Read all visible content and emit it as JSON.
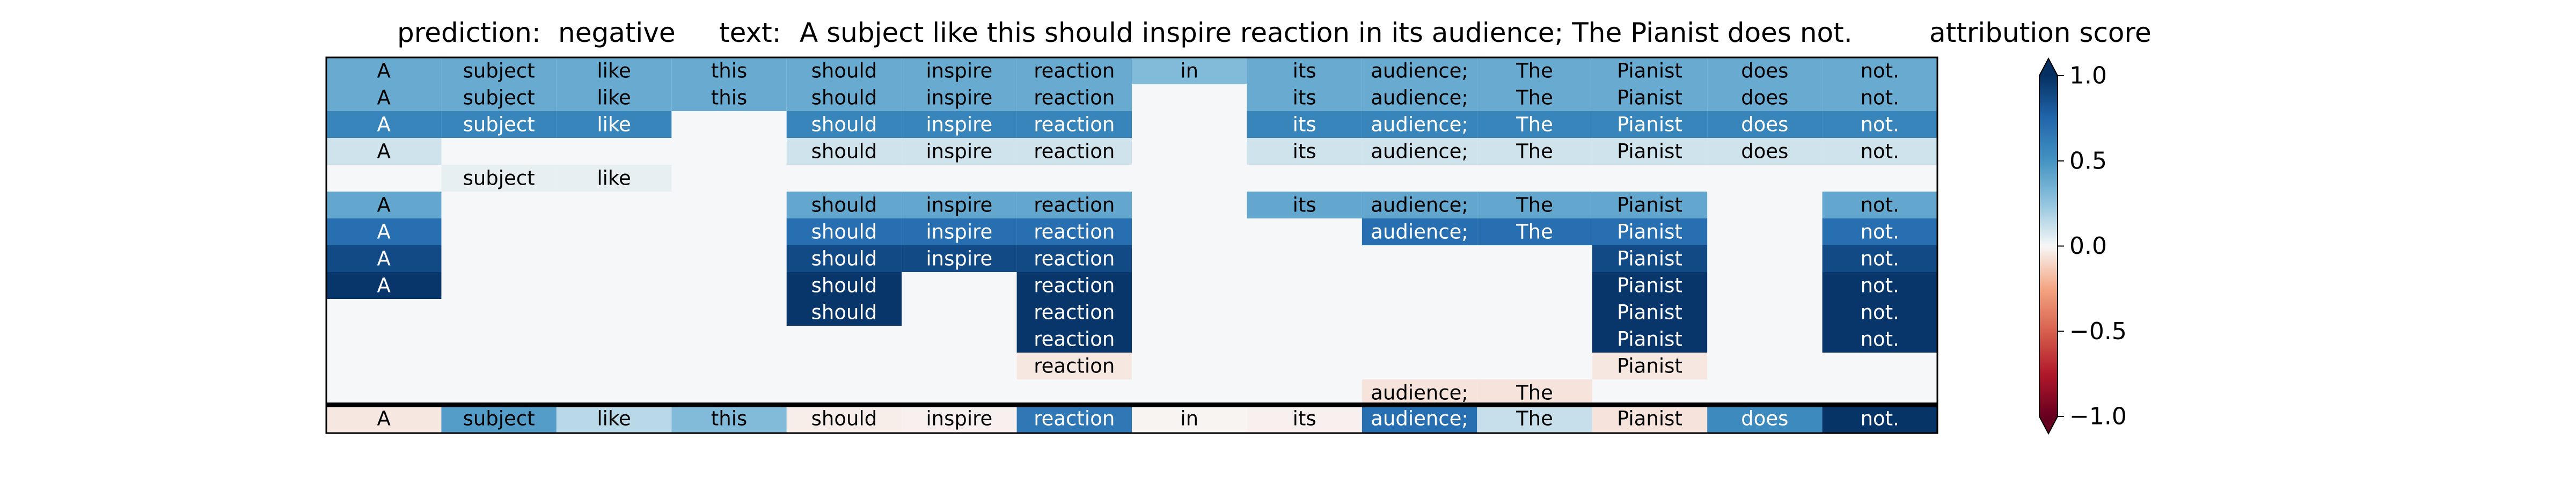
{
  "header": {
    "prediction_label": "prediction:",
    "prediction_value": "negative",
    "text_label": "text:",
    "text_value": "A subject like this should inspire reaction in its audience; The Pianist does not.",
    "colorbar_title": "attribution score"
  },
  "chart_data": {
    "type": "heatmap",
    "tokens": [
      "A",
      "subject",
      "like",
      "this",
      "should",
      "inspire",
      "reaction",
      "in",
      "its",
      "audience;",
      "The",
      "Pianist",
      "does",
      "not."
    ],
    "rows": [
      [
        0.38,
        0.38,
        0.38,
        0.38,
        0.38,
        0.38,
        0.38,
        0.3,
        0.38,
        0.38,
        0.38,
        0.38,
        0.38,
        0.38
      ],
      [
        0.38,
        0.38,
        0.38,
        0.38,
        0.38,
        0.38,
        0.38,
        null,
        0.38,
        0.38,
        0.38,
        0.38,
        0.38,
        0.38
      ],
      [
        0.58,
        0.58,
        0.58,
        null,
        0.58,
        0.58,
        0.58,
        null,
        0.58,
        0.58,
        0.58,
        0.58,
        0.58,
        0.58
      ],
      [
        0.1,
        null,
        null,
        null,
        0.1,
        0.1,
        0.1,
        null,
        0.1,
        0.1,
        0.1,
        0.1,
        0.1,
        0.1
      ],
      [
        null,
        0.04,
        0.04,
        null,
        null,
        null,
        null,
        null,
        null,
        null,
        null,
        null,
        null,
        null
      ],
      [
        0.4,
        null,
        null,
        null,
        0.4,
        0.4,
        0.4,
        null,
        0.4,
        0.4,
        0.4,
        0.4,
        null,
        0.4
      ],
      [
        0.7,
        null,
        null,
        null,
        0.7,
        0.7,
        0.7,
        null,
        null,
        0.7,
        0.7,
        0.7,
        null,
        0.7
      ],
      [
        0.88,
        null,
        null,
        null,
        0.88,
        0.88,
        0.88,
        null,
        null,
        null,
        null,
        0.88,
        null,
        0.88
      ],
      [
        0.97,
        null,
        null,
        null,
        0.97,
        null,
        0.97,
        null,
        null,
        null,
        null,
        0.97,
        null,
        0.97
      ],
      [
        null,
        null,
        null,
        null,
        0.97,
        null,
        0.97,
        null,
        null,
        null,
        null,
        0.97,
        null,
        0.97
      ],
      [
        null,
        null,
        null,
        null,
        null,
        null,
        0.97,
        null,
        null,
        null,
        null,
        0.97,
        null,
        0.97
      ],
      [
        null,
        null,
        null,
        null,
        null,
        null,
        -0.05,
        null,
        null,
        null,
        null,
        -0.05,
        null,
        null
      ],
      [
        null,
        null,
        null,
        null,
        null,
        null,
        null,
        null,
        null,
        -0.06,
        -0.06,
        null,
        null,
        null
      ]
    ],
    "total_row": [
      -0.05,
      0.45,
      0.15,
      0.3,
      -0.03,
      -0.02,
      0.65,
      -0.01,
      -0.02,
      0.7,
      0.12,
      -0.06,
      0.55,
      0.98
    ],
    "colorbar": {
      "label": "attribution score",
      "vmin": -1.0,
      "vmax": 1.0,
      "ticks": [
        1.0,
        0.5,
        0.0,
        -0.5,
        -1.0
      ],
      "tick_labels": [
        "1.0",
        "0.5",
        "0.0",
        "−0.5",
        "−1.0"
      ],
      "colormap": "RdBu"
    }
  }
}
